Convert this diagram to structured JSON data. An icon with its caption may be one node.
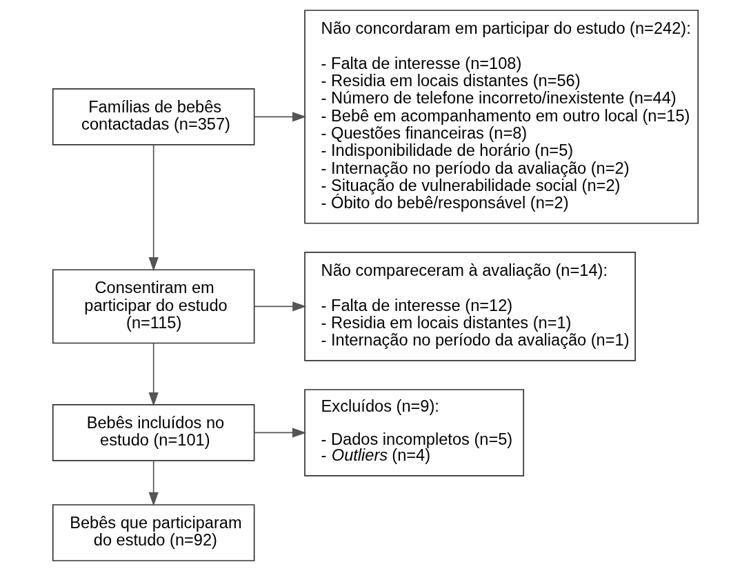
{
  "diagram": {
    "nodes": [
      {
        "text": [
          "Famílias de bebês contactadas (n=357)"
        ]
      },
      {
        "text": [
          "Não concordaram em participar do estudo (n=242):",
          "- Falta de interesse (n=108)",
          "- Residia em locais distantes (n=56)",
          "- Número de telefone incorreto/inexistente (n=44)",
          "- Bebê em acompanhamento em outro local (n=15)",
          "- Questões financeiras (n=8)",
          "- Indisponibilidade de horário (n=5)",
          "- Internação no período da avaliação (n=2)",
          "- Situação de vulnerabilidade social (n=2)",
          "- Óbito do bebê/responsável (n=2)"
        ]
      },
      {
        "text": [
          "Consentiram em participar do estudo (n=115)"
        ]
      },
      {
        "text": [
          "Não compareceram à avaliação (n=14):",
          "- Falta de interesse (n=12)",
          "- Residia em locais distantes (n=1)",
          "- Internação no período da avaliação (n=1)"
        ]
      },
      {
        "text": [
          "Bebês incluídos no estudo (n=101)"
        ]
      },
      {
        "text": [
          "Excluídos (n=9):",
          "- Dados incompletos (n=5)",
          "- *Outliers* (n=4)"
        ]
      },
      {
        "text": [
          "Bebês que participaram do estudo (n=92)"
        ]
      }
    ],
    "edges": [
      {
        "from": 0,
        "to": 2,
        "arrow": "to"
      },
      {
        "from": 0,
        "to": 1,
        "arrow": "to"
      },
      {
        "from": 2,
        "to": 4,
        "arrow": "to"
      },
      {
        "from": 2,
        "to": 3,
        "arrow": "to"
      },
      {
        "from": 4,
        "to": 6,
        "arrow": "to"
      },
      {
        "from": 4,
        "to": 5,
        "arrow": "to"
      }
    ]
  }
}
